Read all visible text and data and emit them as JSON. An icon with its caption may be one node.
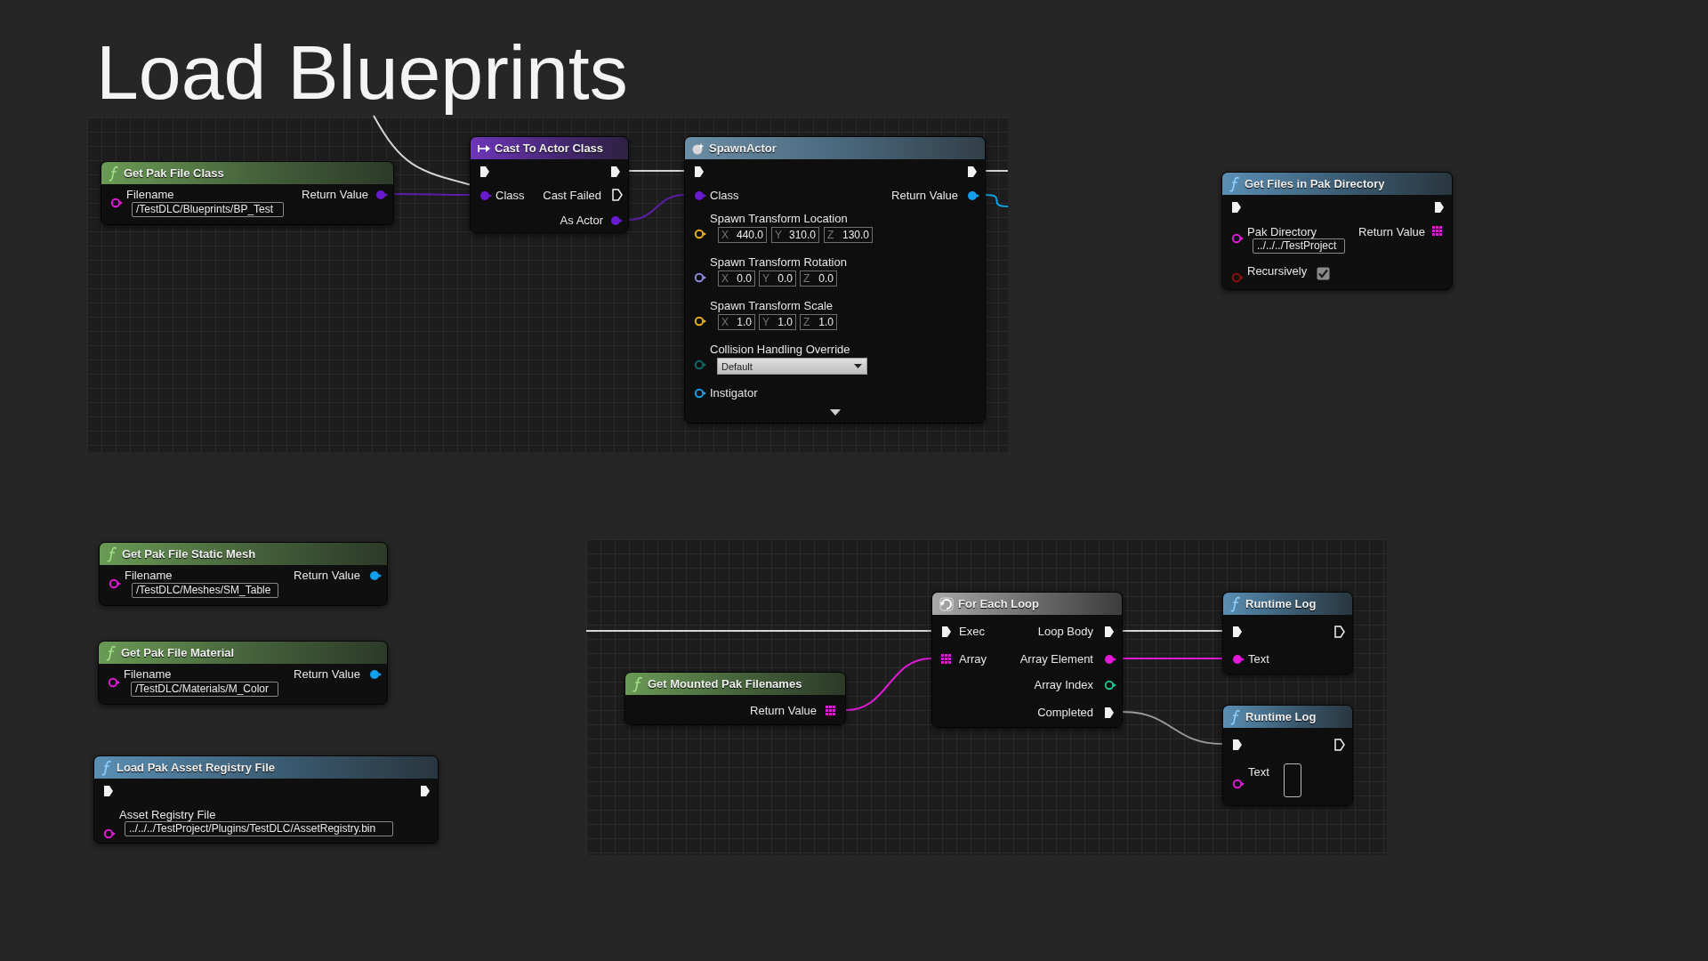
{
  "diagram": {
    "title": "Load Blueprints",
    "nodes": [
      {
        "text": [
          "Get Pak File Class",
          "Filename",
          "/TestDLC/Blueprints/BP_Test",
          "Return Value"
        ]
      },
      {
        "text": [
          "Cast To Actor Class",
          "Class",
          "Cast Failed",
          "As Actor"
        ]
      },
      {
        "text": [
          "SpawnActor",
          "Class",
          "Return Value",
          "Spawn Transform Location",
          "X",
          "440.0",
          "Y",
          "310.0",
          "Z",
          "130.0",
          "Spawn Transform Rotation",
          "X",
          "0.0",
          "Y",
          "0.0",
          "Z",
          "0.0",
          "Spawn Transform Scale",
          "X",
          "1.0",
          "Y",
          "1.0",
          "Z",
          "1.0",
          "Collision Handling Override",
          "Default",
          "Instigator"
        ]
      },
      {
        "text": [
          "Get Files in Pak Directory",
          "Pak Directory",
          "../../../TestProject",
          "Return Value",
          "Recursively"
        ]
      },
      {
        "text": [
          "Get Pak File Static Mesh",
          "Filename",
          "/TestDLC/Meshes/SM_Table",
          "Return Value"
        ]
      },
      {
        "text": [
          "Get Pak File Material",
          "Filename",
          "/TestDLC/Materials/M_Color",
          "Return Value"
        ]
      },
      {
        "text": [
          "Load Pak Asset Registry File",
          "Asset Registry File",
          "../../../TestProject/Plugins/TestDLC/AssetRegistry.bin"
        ]
      },
      {
        "text": [
          "Get Mounted Pak Filenames",
          "Return Value"
        ]
      },
      {
        "text": [
          "For Each Loop",
          "Exec",
          "Loop Body",
          "Array",
          "Array Element",
          "Array Index",
          "Completed"
        ]
      },
      {
        "text": [
          "Runtime Log",
          "Text"
        ]
      },
      {
        "text": [
          "Runtime Log",
          "Text"
        ]
      }
    ],
    "edges": [
      {
        "from": 0,
        "to": 1,
        "arrow": "none",
        "color": "#5b1ea8"
      },
      {
        "from": 1,
        "to": 2,
        "arrow": "none"
      },
      {
        "from": 1,
        "to": 2,
        "arrow": "none",
        "color": "#5b1ea8"
      },
      {
        "from": null,
        "to": 1,
        "arrow": "none"
      },
      {
        "from": 2,
        "to": null,
        "arrow": "none"
      },
      {
        "from": 2,
        "to": null,
        "arrow": "none",
        "color": "#0ea5e8"
      },
      {
        "from": null,
        "to": 8,
        "arrow": "none"
      },
      {
        "from": 7,
        "to": 8,
        "arrow": "none",
        "color": "#e01ad8"
      },
      {
        "from": 8,
        "to": 9,
        "arrow": "none"
      },
      {
        "from": 8,
        "to": 9,
        "arrow": "none",
        "color": "#e01ad8"
      },
      {
        "from": 8,
        "to": 10,
        "arrow": "none",
        "color": "#9a9a9a"
      }
    ]
  }
}
